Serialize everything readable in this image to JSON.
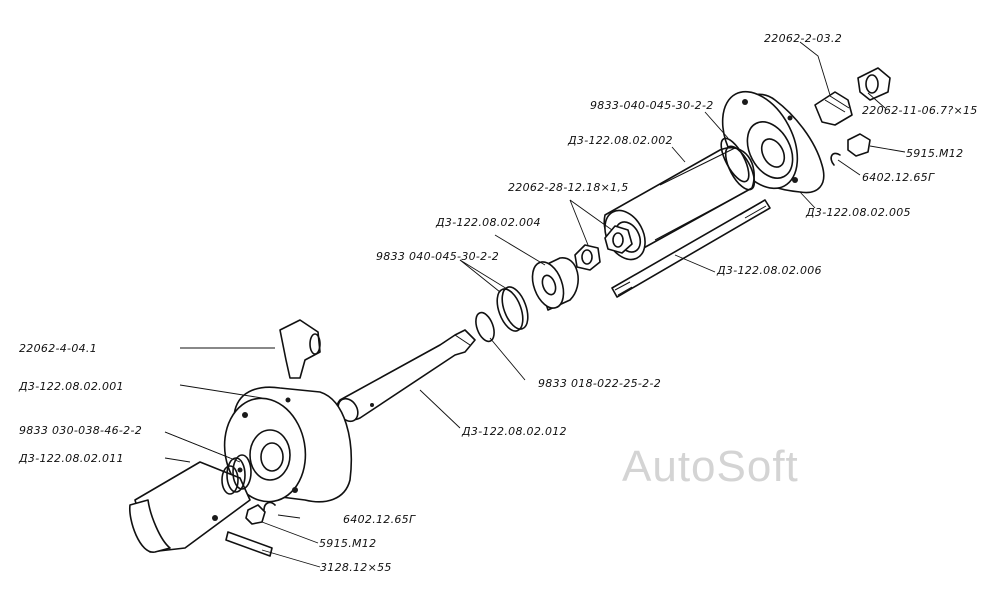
{
  "watermark": "AutoSoft",
  "labels": {
    "l01": "22062-2-03.2",
    "l02": "22062-11-06.7?×15",
    "l03": "9833-040-045-30-2-2",
    "l04": "Д3-122.08.02.002",
    "l05": "5915.М12",
    "l06": "6402.12.65Г",
    "l07": "Д3-122.08.02.005",
    "l08": "22062-28-12.18×1,5",
    "l09": "Д3-122.08.02.004",
    "l10": "9833 040-045-30-2-2",
    "l11": "Д3-122.08.02.006",
    "l12": "22062-4-04.1",
    "l13": "Д3-122.08.02.001",
    "l14": "9833 030-038-46-2-2",
    "l15": "Д3-122.08.02.011",
    "l16": "9833 018-022-25-2-2",
    "l17": "Д3-122.08.02.012",
    "l18": "6402.12.65Г",
    "l19": "5915.М12",
    "l20": "3128.12×55"
  }
}
